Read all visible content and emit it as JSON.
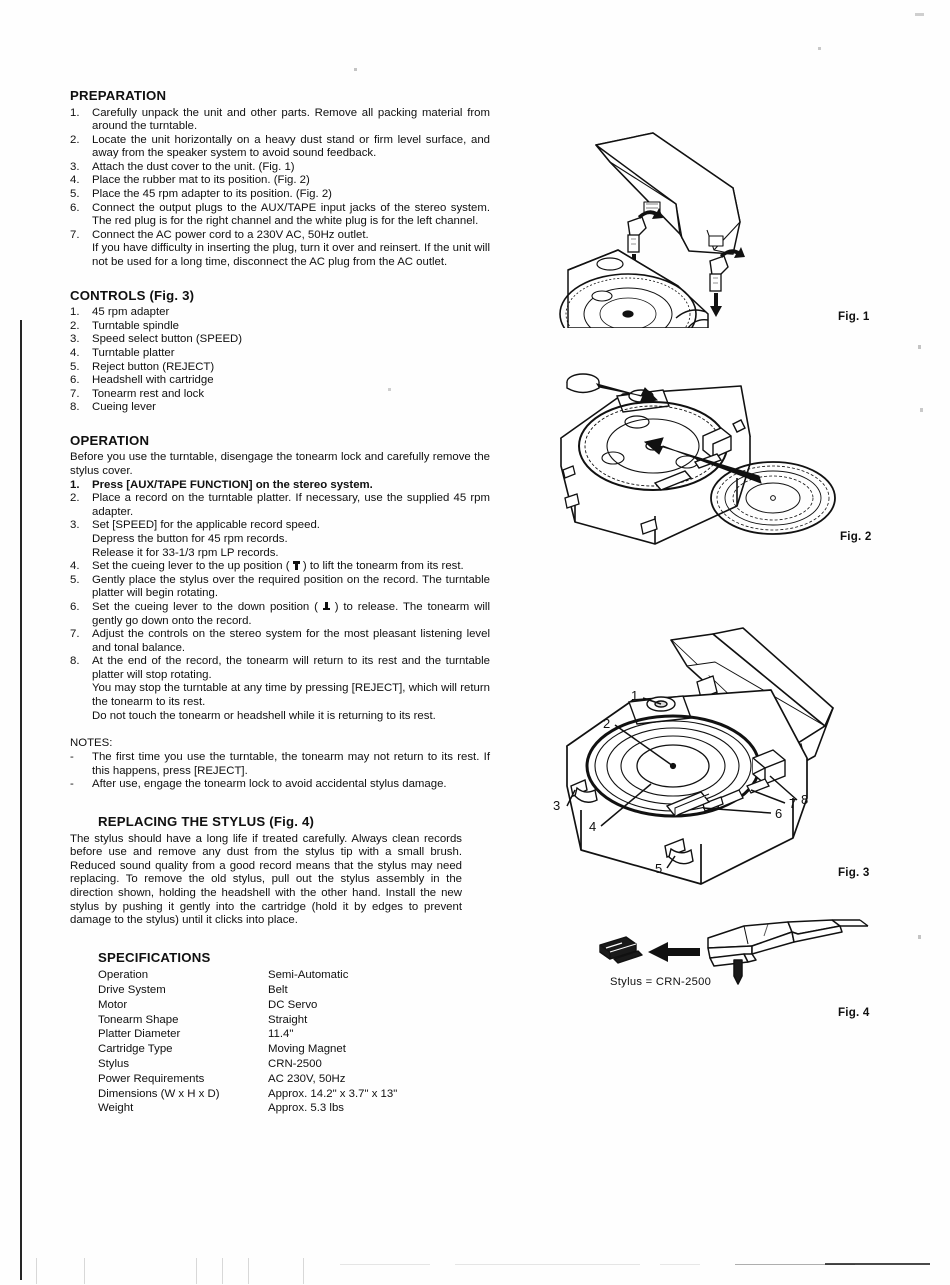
{
  "document": {
    "title": "Turntable Owner's Manual - Preparation, Controls, Operation, Specifications"
  },
  "preparation": {
    "heading": "PREPARATION",
    "steps": [
      {
        "num": "1.",
        "text": "Carefully unpack the unit and other parts. Remove all packing material from around the turntable."
      },
      {
        "num": "2.",
        "text": "Locate the unit horizontally on a heavy dust stand or firm level surface, and away from the speaker system to avoid sound feedback."
      },
      {
        "num": "3.",
        "text": "Attach the dust cover to the unit. (Fig. 1)"
      },
      {
        "num": "4.",
        "text": "Place the rubber mat to its position. (Fig. 2)"
      },
      {
        "num": "5.",
        "text": "Place the 45 rpm adapter to its position. (Fig. 2)"
      },
      {
        "num": "6.",
        "text": "Connect the output plugs to the  AUX/TAPE input jacks of the stereo system. The red plug is for the right channel and the white plug is for the left channel."
      },
      {
        "num": "7.",
        "text": "Connect the AC power cord to a 230V AC, 50Hz outlet.",
        "sub": "If you have difficulty in inserting the plug, turn it over and reinsert. If the unit will not be used for a long time, disconnect the AC plug from the AC outlet."
      }
    ]
  },
  "controls": {
    "heading": "CONTROLS (Fig. 3)",
    "items": [
      {
        "num": "1.",
        "text": "45 rpm adapter"
      },
      {
        "num": "2.",
        "text": "Turntable spindle"
      },
      {
        "num": "3.",
        "text": "Speed select button (SPEED)"
      },
      {
        "num": "4.",
        "text": "Turntable platter"
      },
      {
        "num": "5.",
        "text": "Reject button (REJECT)"
      },
      {
        "num": "6.",
        "text": "Headshell with cartridge"
      },
      {
        "num": "7.",
        "text": "Tonearm rest and lock"
      },
      {
        "num": "8.",
        "text": "Cueing lever"
      }
    ]
  },
  "operation": {
    "heading": "OPERATION",
    "intro": "Before you use the turntable, disengage the tonearm lock and carefully remove the stylus cover.",
    "steps": [
      {
        "num": "1.",
        "text": "Press [AUX/TAPE FUNCTION] on the stereo system.",
        "bold": true
      },
      {
        "num": "2.",
        "text": "Place a record on the turntable platter. If necessary, use the supplied 45 rpm adapter."
      },
      {
        "num": "3.",
        "text": "Set [SPEED] for the applicable record speed.",
        "sub1": "Depress the button for 45 rpm records.",
        "sub2": "Release it for 33-1/3 rpm LP records."
      },
      {
        "num": "4.",
        "text_before": "Set the cueing lever to the up position ( ",
        "glyph": "cue-up",
        "text_after": " ) to lift the tonearm from its rest."
      },
      {
        "num": "5.",
        "text": "Gently place the stylus over the required position on the record. The turntable platter will begin rotating."
      },
      {
        "num": "6.",
        "text_before": "Set the cueing lever to the down position ( ",
        "glyph": "cue-down",
        "text_after": " ) to release. The tonearm will gently go down onto the record."
      },
      {
        "num": "7.",
        "text": "Adjust the controls on the stereo system for the most pleasant listening level and tonal balance."
      },
      {
        "num": "8.",
        "text": "At the end of the record, the tonearm will return to its rest and the turntable platter will stop rotating.",
        "sub1": "You may stop the turntable at any time by pressing [REJECT], which will return the tonearm to its rest.",
        "sub2": "Do not touch the tonearm or headshell while it is returning to its rest."
      }
    ]
  },
  "notes": {
    "label": "NOTES:",
    "items": [
      {
        "marker": "-",
        "text": "The first time you use the turntable, the tonearm may not return to its rest. If this happens, press [REJECT]."
      },
      {
        "marker": "-",
        "text": "After use, engage the tonearm lock to avoid accidental stylus damage."
      }
    ]
  },
  "replacing_stylus": {
    "heading": "REPLACING THE STYLUS (Fig. 4)",
    "body": "The stylus should have a long life if treated carefully. Always clean records before use and remove any dust from the stylus tip with a small brush. Reduced sound quality from a good record means that the stylus may need replacing. To remove the old stylus, pull out the stylus assembly in the direction shown, holding the headshell with the other hand. Install the new stylus by pushing it gently into the cartridge (hold it by edges to prevent damage to the stylus) until it clicks into place."
  },
  "specifications": {
    "heading": "SPECIFICATIONS",
    "rows": [
      {
        "key": "Operation",
        "value": "Semi-Automatic"
      },
      {
        "key": "Drive System",
        "value": "Belt"
      },
      {
        "key": "Motor",
        "value": "DC Servo"
      },
      {
        "key": "Tonearm Shape",
        "value": "Straight"
      },
      {
        "key": "Platter Diameter",
        "value": "11.4\""
      },
      {
        "key": "Cartridge Type",
        "value": "Moving Magnet"
      },
      {
        "key": "Stylus",
        "value": "CRN-2500"
      },
      {
        "key": "Power Requirements",
        "value": "AC 230V, 50Hz"
      },
      {
        "key": "Dimensions (W x H x D)",
        "value": "Approx. 14.2\" x 3.7\" x 13\""
      },
      {
        "key": "Weight",
        "value": "Approx. 5.3 lbs"
      }
    ]
  },
  "figures": {
    "fig1": {
      "label": "Fig. 1",
      "description": "Dust cover being attached to the turntable unit via two hinge brackets"
    },
    "fig2": {
      "label": "Fig. 2",
      "description": "Turntable with rubber mat and 45 rpm adapter placement arrows"
    },
    "fig3": {
      "label": "Fig. 3",
      "description": "Turntable with dust cover open and numbered part callouts",
      "callouts": [
        "1",
        "2",
        "3",
        "4",
        "5",
        "6",
        "7",
        "8"
      ]
    },
    "fig4": {
      "label": "Fig. 4",
      "caption": "Stylus = CRN-2500",
      "description": "Stylus assembly being pulled out of the headshell cartridge in the direction of the arrow"
    }
  }
}
